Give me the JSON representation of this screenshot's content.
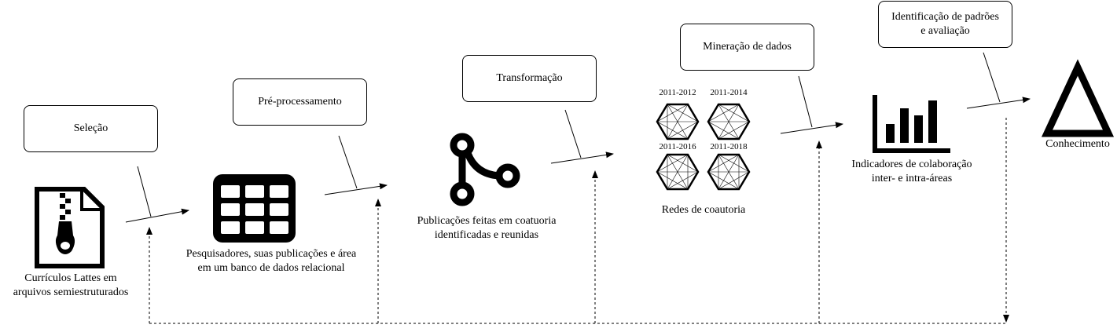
{
  "steps": {
    "selecao": "Seleção",
    "preprocessamento": "Pré-processamento",
    "transformacao": "Transformação",
    "mineracao": "Mineração de dados",
    "identificacao_l1": "Identificação de padrões",
    "identificacao_l2": "e avaliação"
  },
  "artifacts": {
    "curriculos_l1": "Currículos Lattes em",
    "curriculos_l2": "arquivos semiestruturados",
    "pesquisadores_l1": "Pesquisadores, suas publicações e área",
    "pesquisadores_l2": "em um banco de dados relacional",
    "publicacoes_l1": "Publicações feitas em coatuoria",
    "publicacoes_l2": "identificadas e reunidas",
    "redes": "Redes de coautoria",
    "indicadores_l1": "Indicadores de colaboração",
    "indicadores_l2": "inter- e intra-áreas",
    "conhecimento": "Conhecimento"
  },
  "networks": {
    "years": [
      "2011-2012",
      "2011-2014",
      "2011-2016",
      "2011-2018"
    ]
  },
  "icons": [
    "zip-file-icon",
    "table-grid-icon",
    "branch-icon",
    "network-hexagon-icon",
    "bar-chart-icon",
    "triangle-icon"
  ]
}
